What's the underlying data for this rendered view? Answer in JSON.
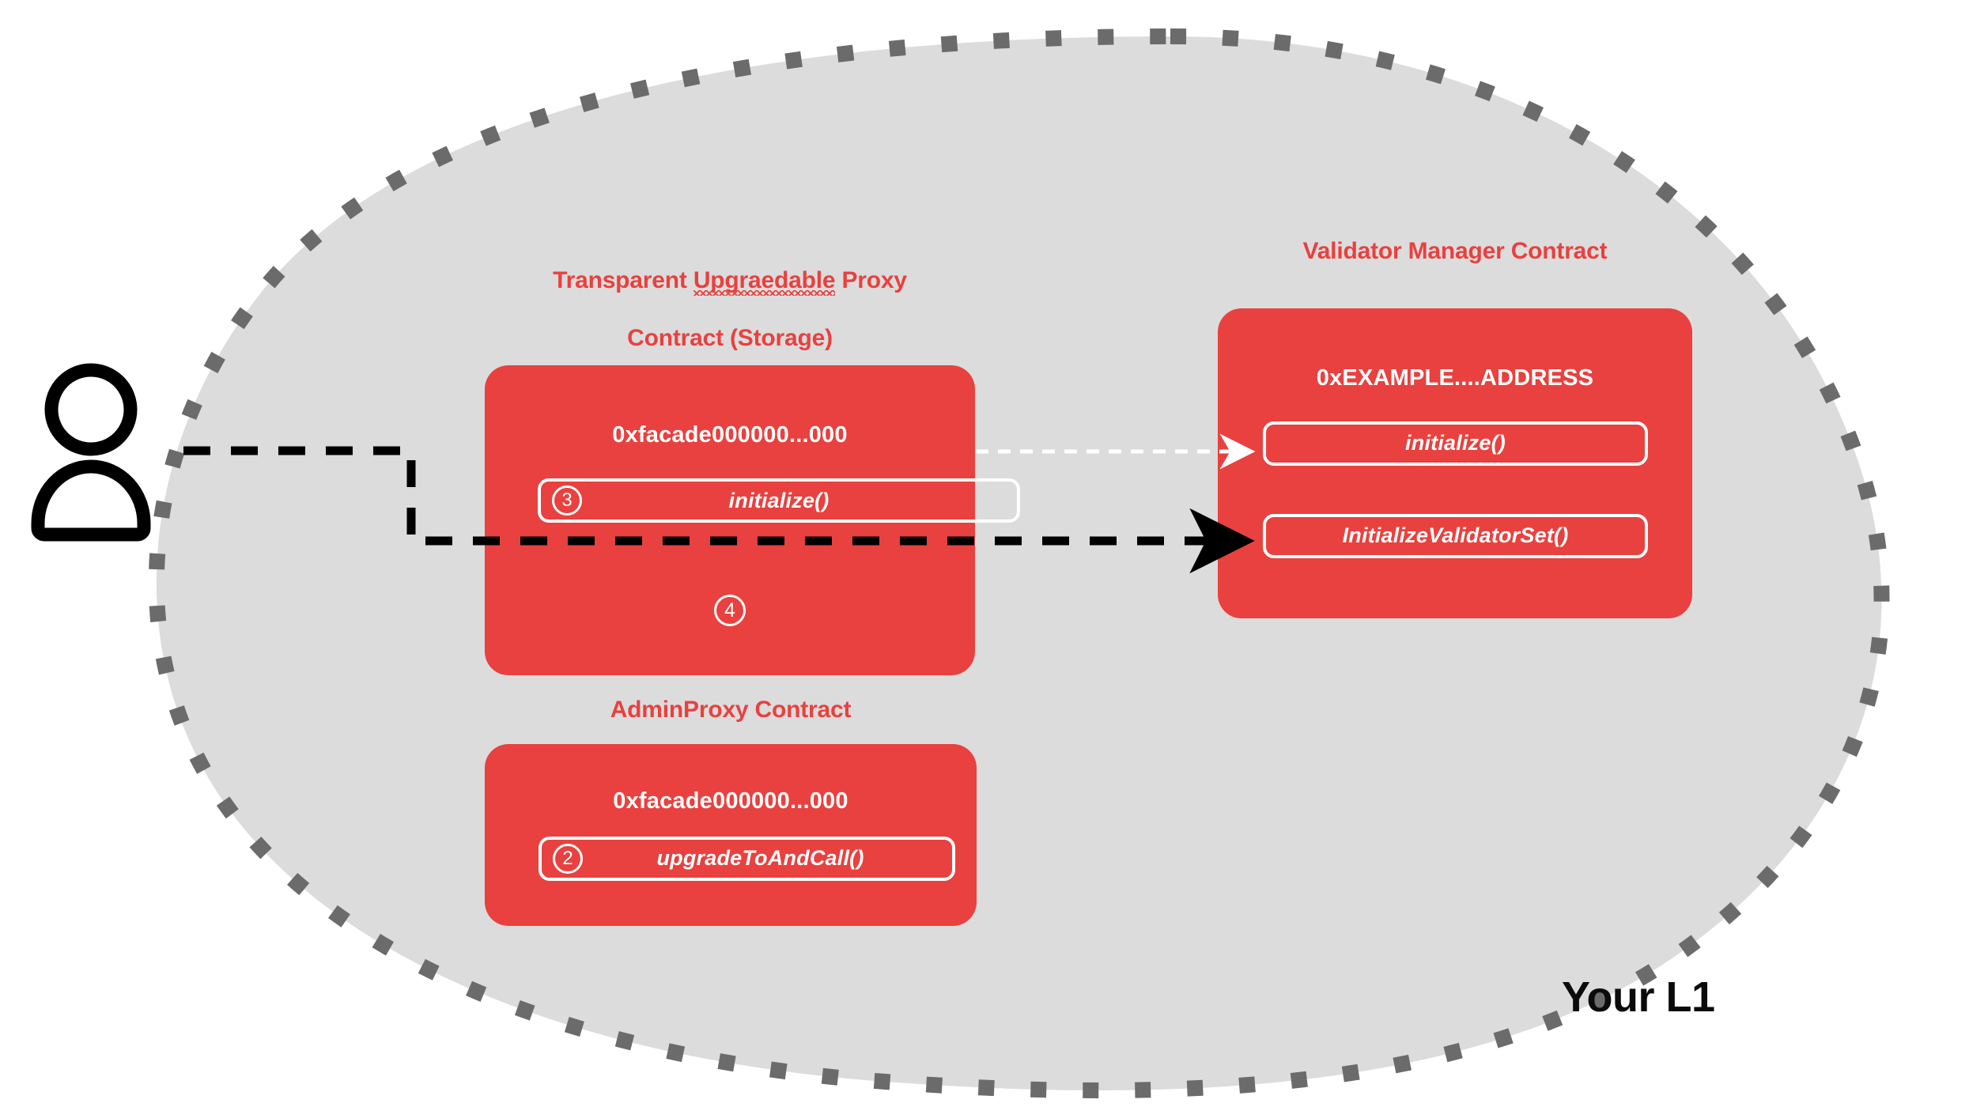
{
  "zone": {
    "label": "Your L1",
    "fill_color": "#DCDCDC",
    "border_color": "#6B6B6B"
  },
  "actor": {
    "name": "user",
    "icon": "person-icon"
  },
  "accent": {
    "red": "#E8413F",
    "white": "#FFFFFF",
    "black": "#000000"
  },
  "contracts": [
    {
      "id": "transparent-proxy",
      "title_line1": "Transparent ",
      "title_misspelled": "Upgraedable",
      "title_line1_tail": " Proxy",
      "title_line2": "Contract (Storage)",
      "address": "0xfacade000000...000",
      "functions": [
        {
          "step": "3",
          "label": "initialize()"
        }
      ],
      "floating_step": "4"
    },
    {
      "id": "validator-manager",
      "title": "Validator Manager Contract",
      "address": "0xEXAMPLE....ADDRESS",
      "functions": [
        {
          "step": "",
          "label": "initialize()"
        },
        {
          "step": "",
          "label": "InitializeValidatorSet()"
        }
      ]
    },
    {
      "id": "admin-proxy",
      "title": "AdminProxy  Contract",
      "address": "0xfacade000000...000",
      "functions": [
        {
          "step": "2",
          "label": "upgradeToAndCall()"
        }
      ]
    }
  ],
  "connections": [
    {
      "id": "user-to-initialize-validator-set",
      "style": "dashed-black-thick",
      "from": "user",
      "to": "InitializeValidatorSet()"
    },
    {
      "id": "proxy-initialize-to-impl-initialize",
      "style": "dashed-white-thin",
      "from": "initialize()",
      "to": "initialize()"
    }
  ]
}
